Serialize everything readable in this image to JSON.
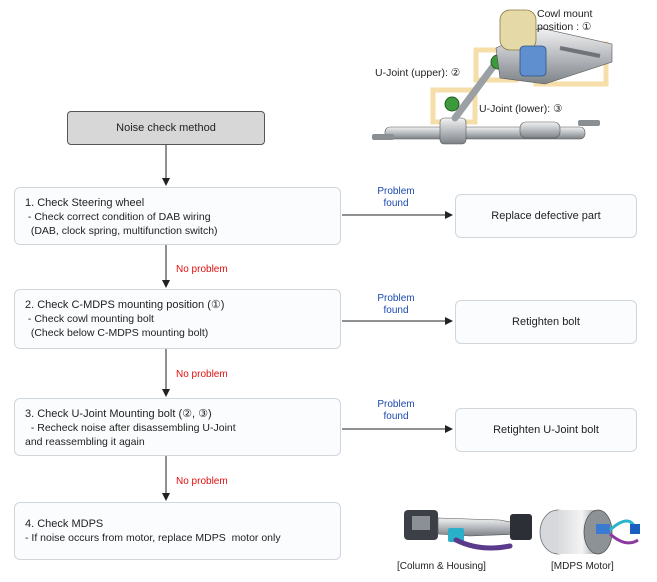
{
  "start": {
    "label": "Noise check method"
  },
  "steps": [
    {
      "title": "1. Check Steering wheel",
      "lines": [
        " - Check correct condition of DAB wiring",
        "  (DAB, clock spring, multifunction switch)"
      ]
    },
    {
      "title": "2. Check C-MDPS mounting position (①)",
      "lines": [
        " - Check cowl mounting bolt",
        "  (Check below C-MDPS mounting bolt)"
      ]
    },
    {
      "title": "3. Check U-Joint Mounting bolt (②, ③)",
      "lines": [
        "  - Recheck noise after disassembling U-Joint",
        "and reassembling it again"
      ]
    },
    {
      "title": "4. Check MDPS",
      "lines": [
        "- If noise occurs from motor, replace MDPS  motor only"
      ]
    }
  ],
  "results": [
    {
      "label": "Replace defective part"
    },
    {
      "label": "Retighten bolt"
    },
    {
      "label": "Retighten U-Joint bolt"
    }
  ],
  "no_problem_label": "No problem",
  "problem_found_label": [
    "Problem",
    "found"
  ],
  "parts": {
    "cowl_mount": [
      "Cowl mount",
      "position : ①"
    ],
    "ujoint_upper": "U-Joint (upper): ②",
    "ujoint_lower": "U-Joint (lower): ③"
  },
  "captions": {
    "column": "[Column & Housing]",
    "motor": "[MDPS Motor]"
  },
  "colors": {
    "no_problem": "#e01010",
    "problem_found": "#1a48b0",
    "highlight": "#f5d89a"
  }
}
